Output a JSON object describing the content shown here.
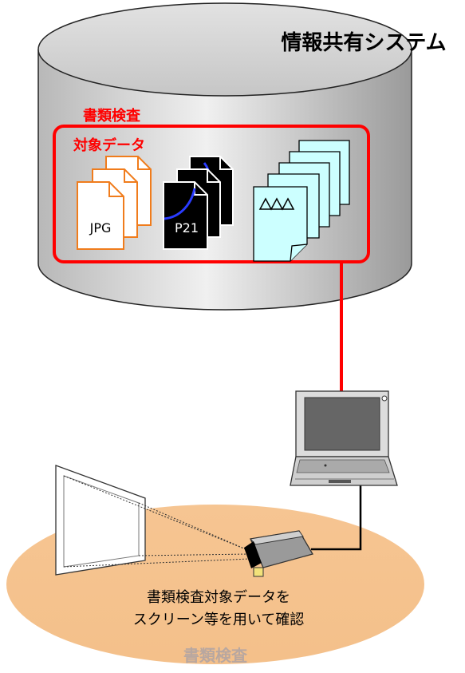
{
  "system": {
    "title": "情報共有システム"
  },
  "inspection_box": {
    "title": "書類検査",
    "subtitle": "対象データ"
  },
  "files": {
    "jpg_label": "JPG",
    "p21_label": "P21"
  },
  "floor": {
    "caption_line1": "書類検査対象データを",
    "caption_line2": "スクリーン等を用いて確認",
    "label": "書類検査"
  },
  "colors": {
    "accent_red": "#ff0000",
    "jpg_orange": "#f07c1c",
    "document_cyan": "#ccffff",
    "floor_peach": "#f8c48a",
    "floor_label": "#b8a7a0",
    "cylinder_gray": "#d4d4d4"
  }
}
